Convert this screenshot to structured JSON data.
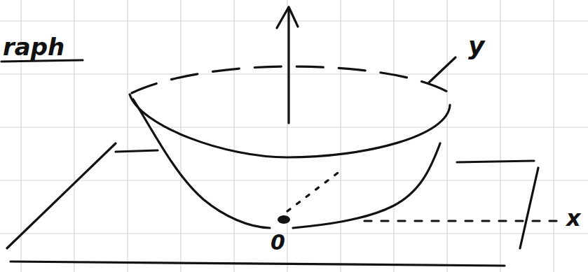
{
  "diagram": {
    "labels": [
      "raph",
      "y",
      "x",
      "0"
    ]
  }
}
